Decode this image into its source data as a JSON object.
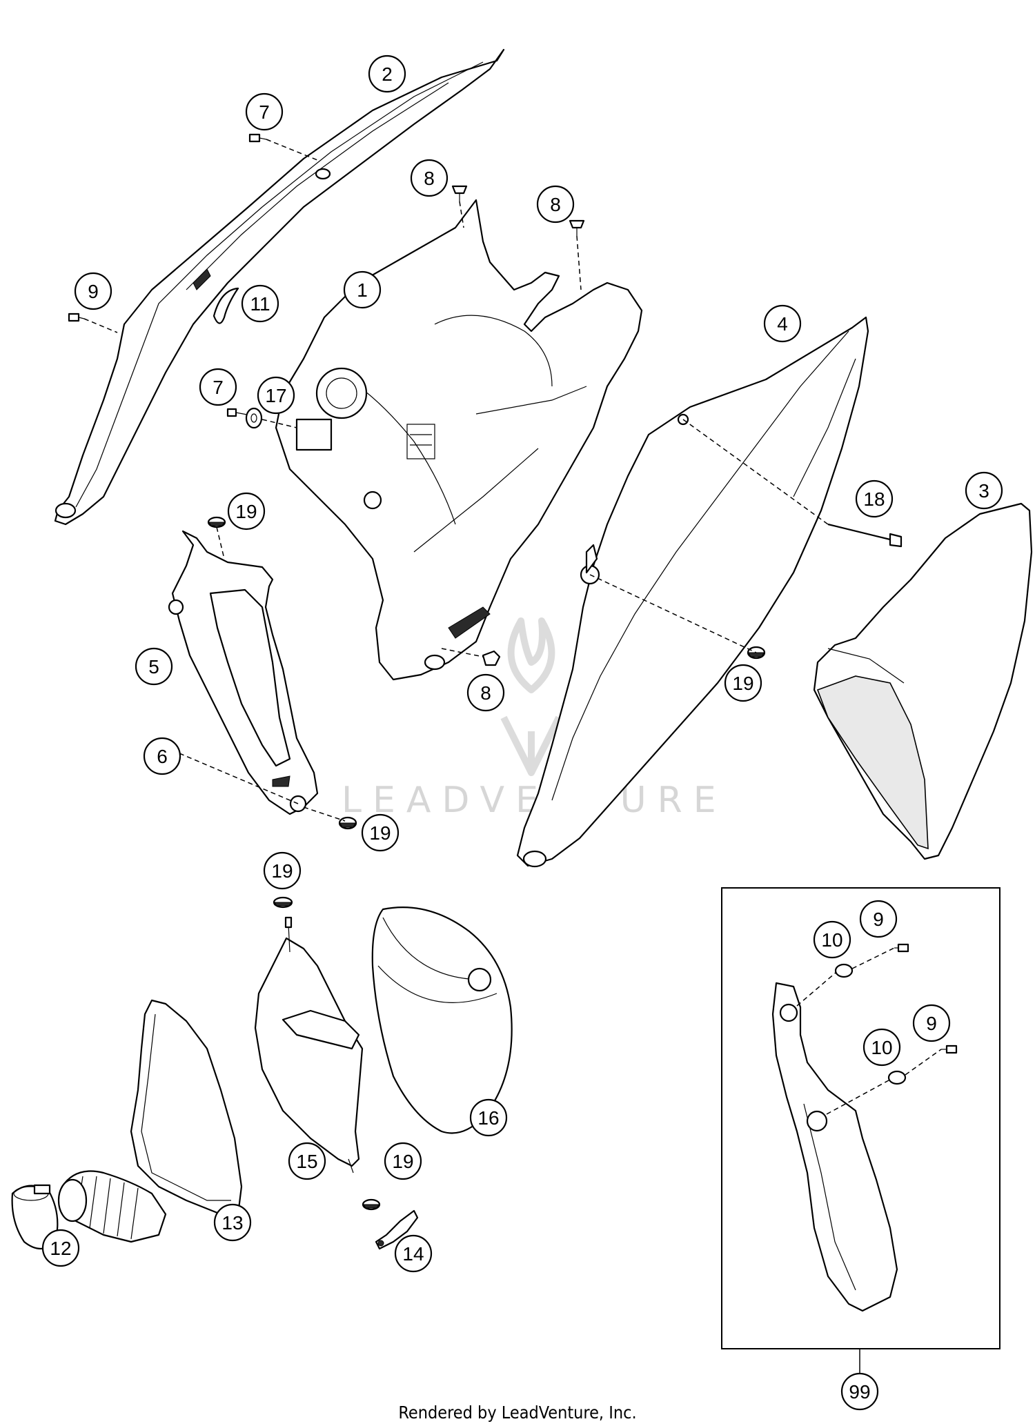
{
  "watermark": {
    "text": "LEADVENTURE",
    "logo": "leadventure-flame-v-logo"
  },
  "footer": {
    "text": "Rendered by LeadVenture, Inc."
  },
  "callouts": [
    {
      "id": "c-2",
      "label": "2"
    },
    {
      "id": "c-7a",
      "label": "7"
    },
    {
      "id": "c-8a",
      "label": "8"
    },
    {
      "id": "c-8b",
      "label": "8"
    },
    {
      "id": "c-1",
      "label": "1"
    },
    {
      "id": "c-9a",
      "label": "9"
    },
    {
      "id": "c-11",
      "label": "11"
    },
    {
      "id": "c-4",
      "label": "4"
    },
    {
      "id": "c-7b",
      "label": "7"
    },
    {
      "id": "c-17",
      "label": "17"
    },
    {
      "id": "c-18",
      "label": "18"
    },
    {
      "id": "c-3",
      "label": "3"
    },
    {
      "id": "c-19a",
      "label": "19"
    },
    {
      "id": "c-5",
      "label": "5"
    },
    {
      "id": "c-8c",
      "label": "8"
    },
    {
      "id": "c-19b",
      "label": "19"
    },
    {
      "id": "c-6",
      "label": "6"
    },
    {
      "id": "c-19c",
      "label": "19"
    },
    {
      "id": "c-19d",
      "label": "19"
    },
    {
      "id": "c-10a",
      "label": "10"
    },
    {
      "id": "c-9b",
      "label": "9"
    },
    {
      "id": "c-10b",
      "label": "10"
    },
    {
      "id": "c-9c",
      "label": "9"
    },
    {
      "id": "c-16",
      "label": "16"
    },
    {
      "id": "c-15",
      "label": "15"
    },
    {
      "id": "c-19e",
      "label": "19"
    },
    {
      "id": "c-13",
      "label": "13"
    },
    {
      "id": "c-12",
      "label": "12"
    },
    {
      "id": "c-14",
      "label": "14"
    },
    {
      "id": "c-99",
      "label": "99"
    }
  ]
}
